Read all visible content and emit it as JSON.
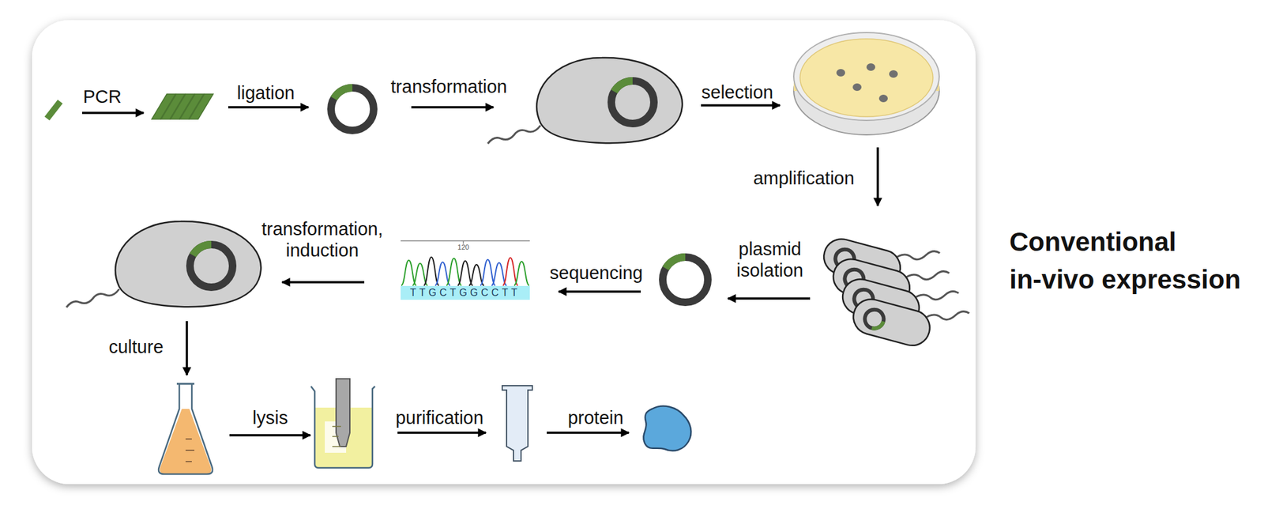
{
  "diagram": {
    "title": "Conventional in-vivo expression",
    "labels": [
      "PCR",
      "ligation",
      "transformation",
      "selection",
      "amplification",
      "plasmid isolation",
      "sequencing",
      "120",
      "TTGCTGGCCTT",
      "transformation, induction",
      "culture",
      "lysis",
      "purification",
      "protein"
    ]
  }
}
